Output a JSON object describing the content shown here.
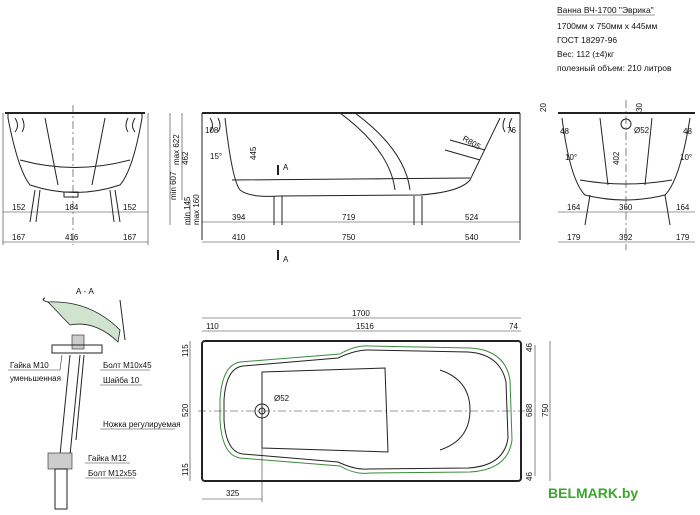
{
  "info": {
    "title": "Ванна ВЧ-1700 \"Эврика\"",
    "size": "1700мм х 750мм х 445мм",
    "gost": "ГОСТ 18297-96",
    "weight": "Вес: 112 (±4)кг",
    "volume": "полезный объем: 210 литров"
  },
  "end_view_left": {
    "dims_top": [
      "152",
      "184",
      "152"
    ],
    "dims_bottom": [
      "167",
      "416",
      "167"
    ]
  },
  "side_view": {
    "height_labels": [
      "min 607",
      "max 622",
      "462",
      "min 145",
      "max 160"
    ],
    "labels": {
      "rim": "108",
      "angle": "15°",
      "depth": "445",
      "radius": "R805",
      "rim_right": "76",
      "section": "A"
    },
    "dims_top": [
      "394",
      "719",
      "524"
    ],
    "dims_bottom": [
      "410",
      "750",
      "540"
    ]
  },
  "end_view_right": {
    "labels": {
      "rim_h": "20",
      "overflow": "30",
      "rim_l": "48",
      "rim_r": "48",
      "drain": "Ø52",
      "depth": "402",
      "angle_l": "10°",
      "angle_r": "10°"
    },
    "dims_top": [
      "164",
      "360",
      "164"
    ],
    "dims_bottom": [
      "179",
      "392",
      "179"
    ]
  },
  "section": {
    "title": "А - А",
    "labels": [
      "Гайка М10",
      "уменьшенная",
      "Болт М10х45",
      "Шайба 10",
      "Ножка регулируемая",
      "Гайка М12",
      "Болт М12х55"
    ]
  },
  "top_view": {
    "length": "1700",
    "left": "110",
    "inner": "1516",
    "right": "74",
    "side_left": [
      "115",
      "520",
      "115"
    ],
    "side_right": [
      "46",
      "688",
      "46"
    ],
    "width": "750",
    "drain_offset": "325",
    "drain": "Ø52"
  },
  "brand": "BELMARK.by",
  "colors": {
    "brand": "#3aa62c",
    "outline_green": "#3a8a3a"
  }
}
